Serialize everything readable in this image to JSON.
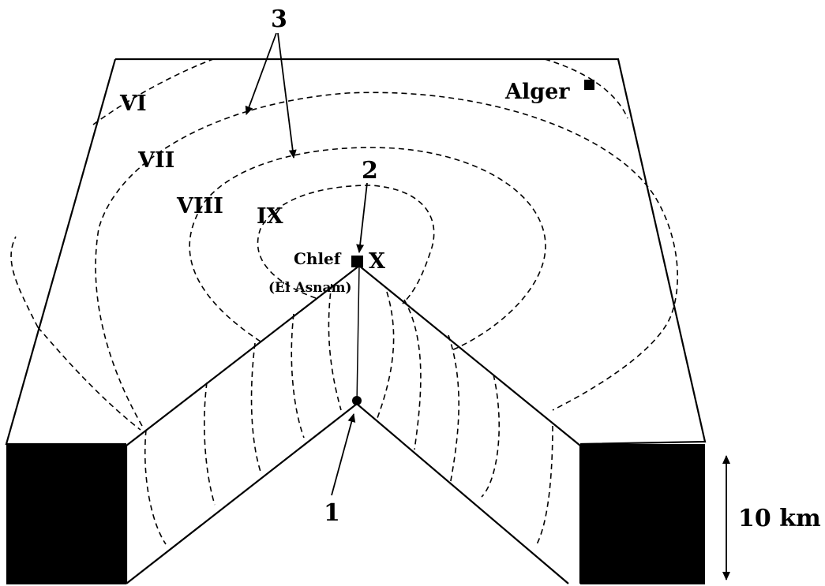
{
  "labels": {
    "callout_1": "1",
    "callout_2": "2",
    "callout_3": "3",
    "city_alger": "Alger",
    "city_chlef": "Chlef",
    "city_chlef_alt": "(El Asnam)",
    "intensity_x": "X",
    "intensity_ix": "IX",
    "intensity_viii": "VIII",
    "intensity_vii": "VII",
    "intensity_vi": "VI",
    "scale_depth": "10 km"
  },
  "colors": {
    "ink": "#000000",
    "background": "#ffffff"
  }
}
